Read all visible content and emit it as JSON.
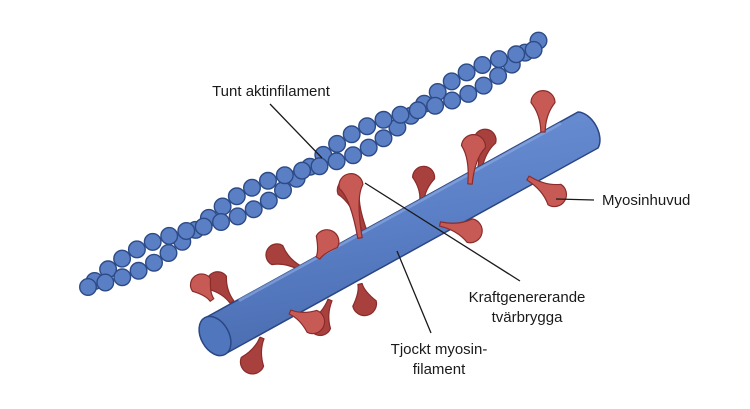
{
  "labels": {
    "thin_actin": "Tunt aktinfilament",
    "myosin_head": "Myosinhuvud",
    "crossbridge_line1": "Kraftgenererande",
    "crossbridge_line2": "tvärbrygga",
    "thick_line1": "Tjockt myosin-",
    "thick_line2": "filament"
  },
  "colors": {
    "actin_bead": "#5b7fc4",
    "actin_outline": "#2c4a86",
    "thick_filament": "#5a7fc6",
    "thick_outline": "#2a4684",
    "myosin_head": "#c85a55",
    "myosin_head_dark": "#a8403e",
    "myosin_outline": "#8a2c2a",
    "leader_line": "#1a1a1a"
  }
}
